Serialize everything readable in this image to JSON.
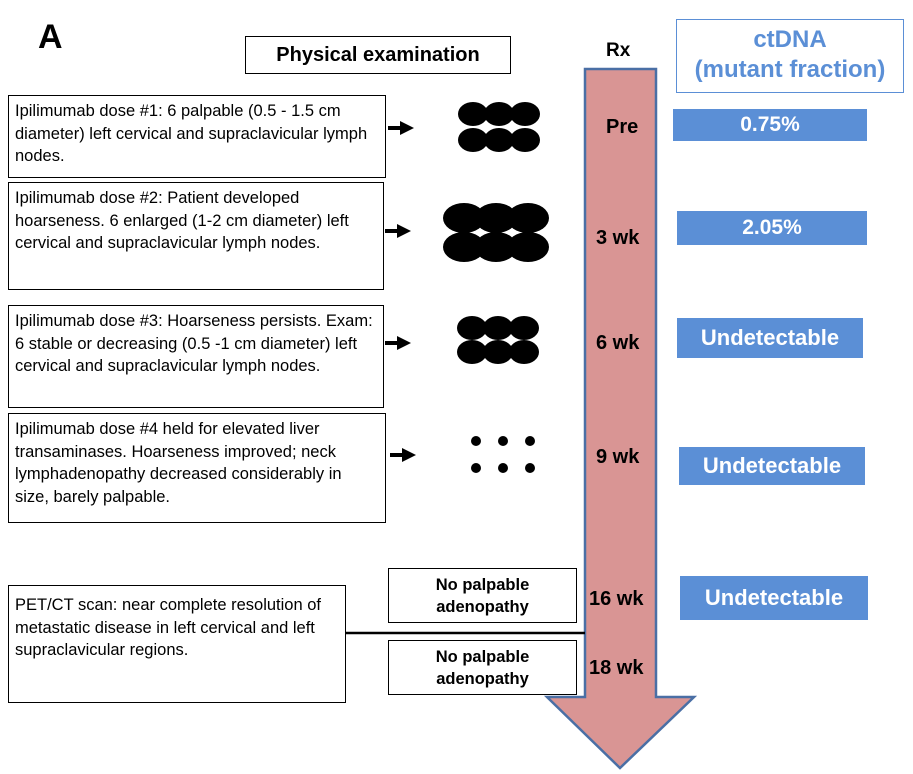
{
  "panel_label": "A",
  "physical_exam_title": "Physical examination",
  "rx_label": "Rx",
  "ctdna_title_line1": "ctDNA",
  "ctdna_title_line2": "(mutant fraction)",
  "arrow_color": "#d99594",
  "ctdna_color": "#5b8fd6",
  "notes": [
    "Ipilimumab dose #1: 6 palpable (0.5 - 1.5 cm diameter) left cervical and supraclavicular lymph nodes.",
    "Ipilimumab dose #2: Patient developed hoarseness. 6 enlarged (1-2 cm diameter) left cervical and supraclavicular lymph nodes.",
    "Ipilimumab dose #3: Hoarseness persists. Exam: 6 stable or decreasing  (0.5 -1 cm diameter) left cervical and supraclavicular lymph nodes.",
    "Ipilimumab dose #4 held for elevated liver transaminases. Hoarseness improved; neck lymphadenopathy decreased considerably in size, barely palpable.",
    "PET/CT scan: near complete resolution of metastatic disease in left cervical and left supraclavicular regions."
  ],
  "weeks": [
    "Pre",
    "3 wk",
    "6 wk",
    "9 wk",
    "16 wk",
    "18 wk"
  ],
  "ctdna_values": [
    "0.75%",
    "2.05%",
    "Undetectable",
    "Undetectable",
    "Undetectable"
  ],
  "no_palpable": [
    "No palpable adenopathy",
    "No palpable adenopathy"
  ]
}
